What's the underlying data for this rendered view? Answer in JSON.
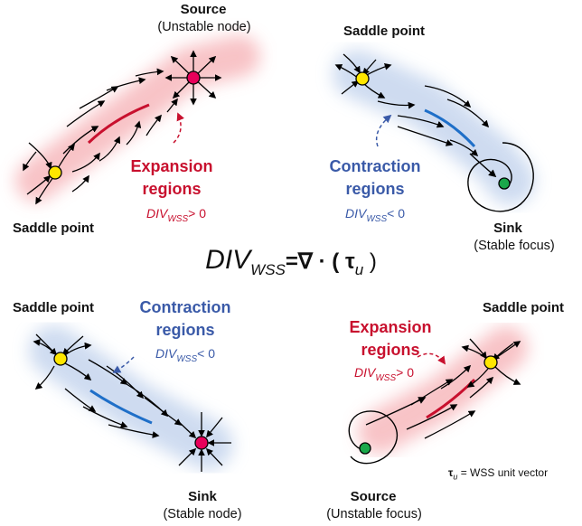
{
  "panels": {
    "top_left": {
      "top_title": "Source",
      "top_subtitle": "(Unstable node)",
      "bottom_title": "Saddle point",
      "region_line1": "Expansion",
      "region_line2": "regions",
      "div_base": "DIV",
      "div_sub": "WSS",
      "div_rel": "> 0"
    },
    "top_right": {
      "top_title": "Saddle point",
      "bottom_title": "Sink",
      "bottom_subtitle": "(Stable focus)",
      "region_line1": "Contraction",
      "region_line2": "regions",
      "div_base": "DIV",
      "div_sub": "WSS",
      "div_rel": "< 0"
    },
    "bottom_left": {
      "top_title": "Saddle point",
      "bottom_title": "Sink",
      "bottom_subtitle": "(Stable node)",
      "region_line1": "Contraction",
      "region_line2": "regions",
      "div_base": "DIV",
      "div_sub": "WSS",
      "div_rel": "< 0"
    },
    "bottom_right": {
      "top_title": "Saddle point",
      "bottom_title": "Source",
      "bottom_subtitle": "(Unstable focus)",
      "region_line1": "Expansion",
      "region_line2": "regions",
      "div_base": "DIV",
      "div_sub": "WSS",
      "div_rel": "> 0"
    }
  },
  "equation": {
    "lhs": "DIV",
    "lhs_sub": "WSS",
    "rhs": "=∇ · ( τ",
    "rhs_sub": "u",
    "close": " )"
  },
  "legend": {
    "symbol": "τ",
    "symbol_sub": "u",
    "text": " = WSS unit vector"
  },
  "colors": {
    "expansion": "#c8102e",
    "contraction": "#3a5aa8",
    "saddle": "#ffe600",
    "source_node": "#e8005a",
    "focus": "#1aa84a"
  }
}
